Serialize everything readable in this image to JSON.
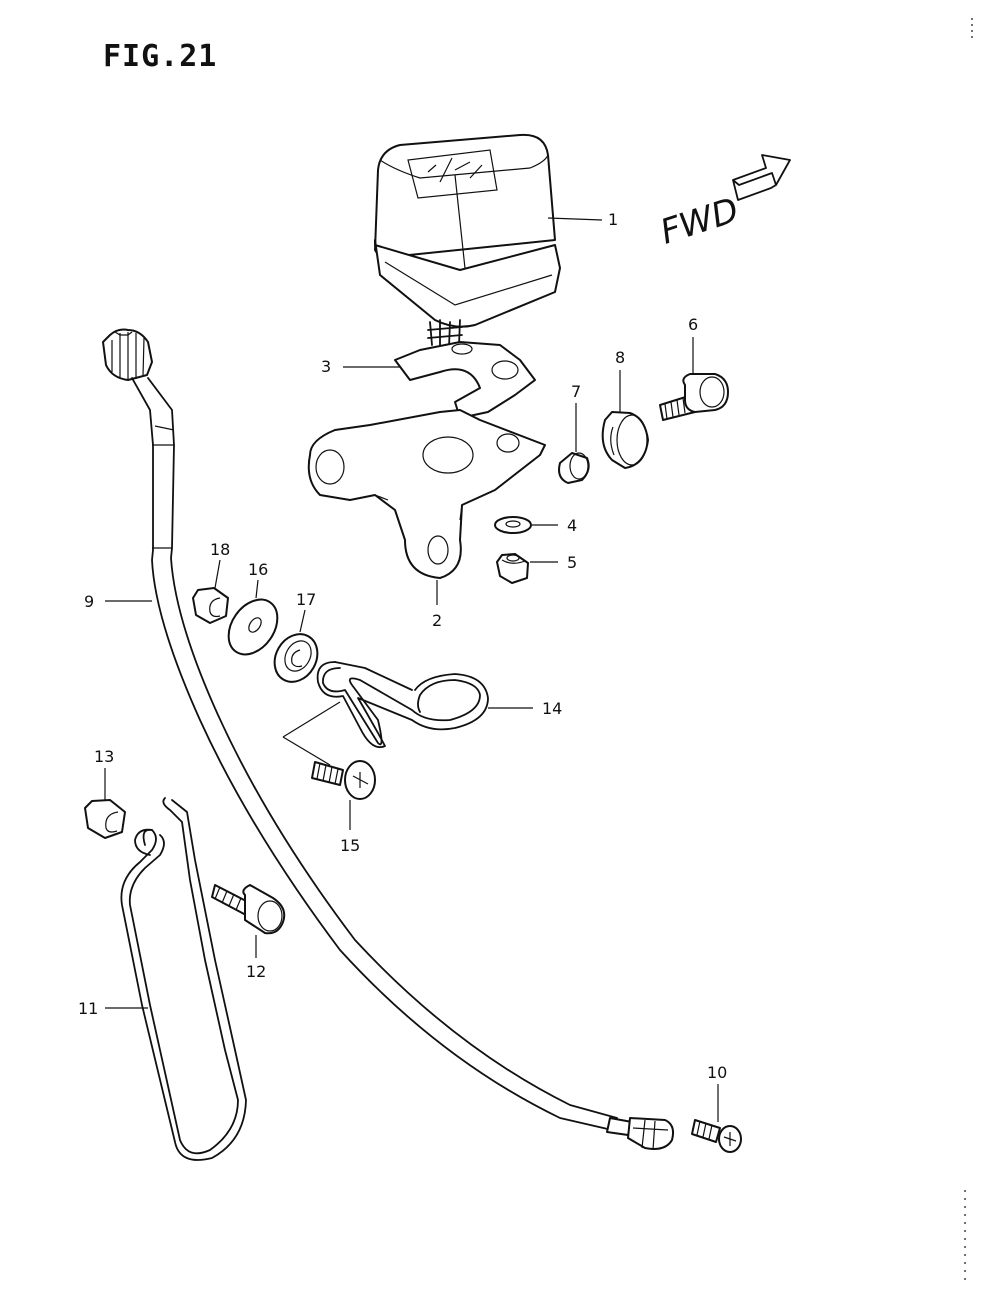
{
  "figure": {
    "title": "FIG.21",
    "direction_label": "FWD"
  },
  "callouts": {
    "c1": "1",
    "c2": "2",
    "c3": "3",
    "c4": "4",
    "c5": "5",
    "c6": "6",
    "c7": "7",
    "c8": "8",
    "c9": "9",
    "c10": "10",
    "c11": "11",
    "c12": "12",
    "c13": "13",
    "c14": "14",
    "c15": "15",
    "c16": "16",
    "c17": "17",
    "c18": "18"
  },
  "icons": {
    "direction": "arrow-right-outline-icon"
  }
}
